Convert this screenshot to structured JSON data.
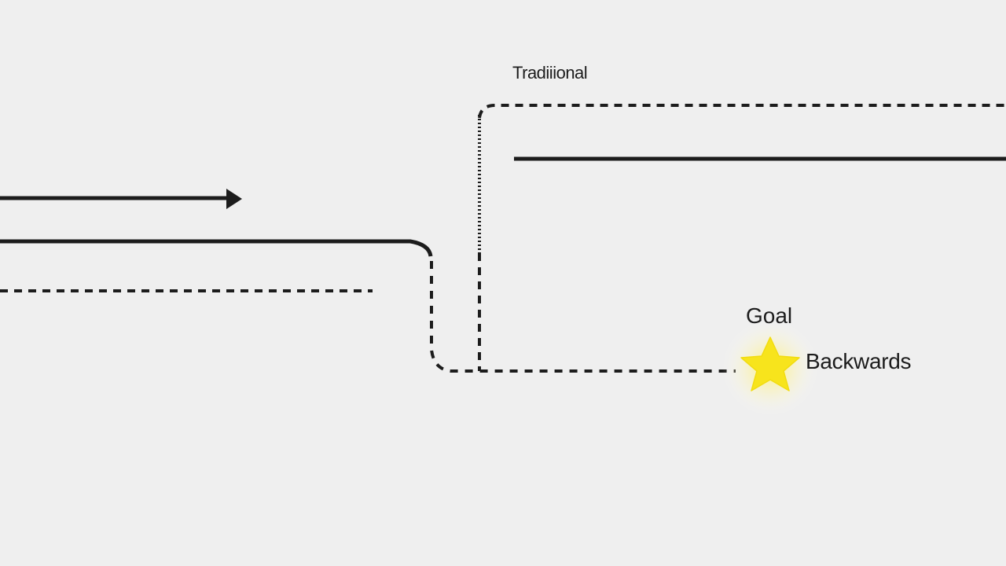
{
  "labels": {
    "traditional": "Tradiiional",
    "goal": "Goal",
    "backwards": "Backwards"
  },
  "colors": {
    "background": "#efefef",
    "stroke": "#1c1c1c",
    "star": "#f7e41c",
    "star_glow": "#fff36a"
  },
  "icons": {
    "goal_marker": "star-icon",
    "direction": "arrow-right-icon"
  }
}
